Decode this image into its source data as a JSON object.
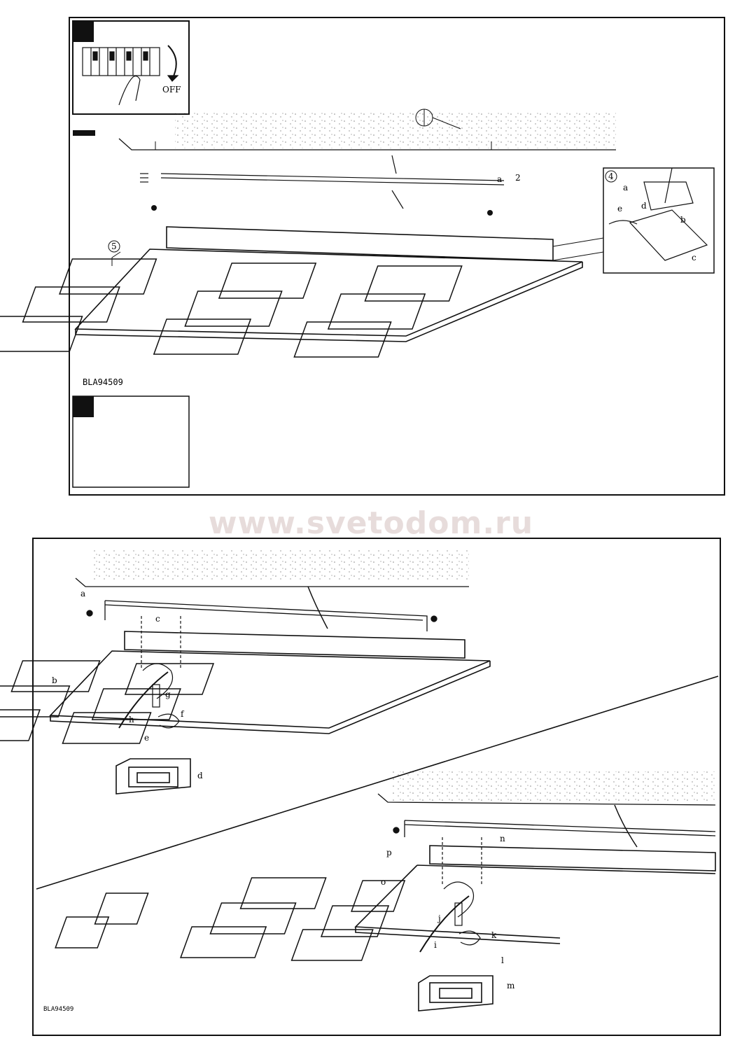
{
  "watermark": "www.svetodom.ru",
  "top_panel": {
    "switch_label": "OFF",
    "model_code": "BLA94509",
    "step_labels": [
      "5",
      "4",
      "2"
    ],
    "detail_labels": [
      "a",
      "b",
      "c",
      "d",
      "e"
    ],
    "bracket_label": "a"
  },
  "bottom_panel": {
    "model_code": "BLA94509",
    "upper_steps": [
      "a",
      "b",
      "c",
      "d",
      "e",
      "f",
      "g",
      "h"
    ],
    "lower_steps": [
      "i",
      "j",
      "k",
      "l",
      "m",
      "n",
      "o",
      "p"
    ]
  }
}
